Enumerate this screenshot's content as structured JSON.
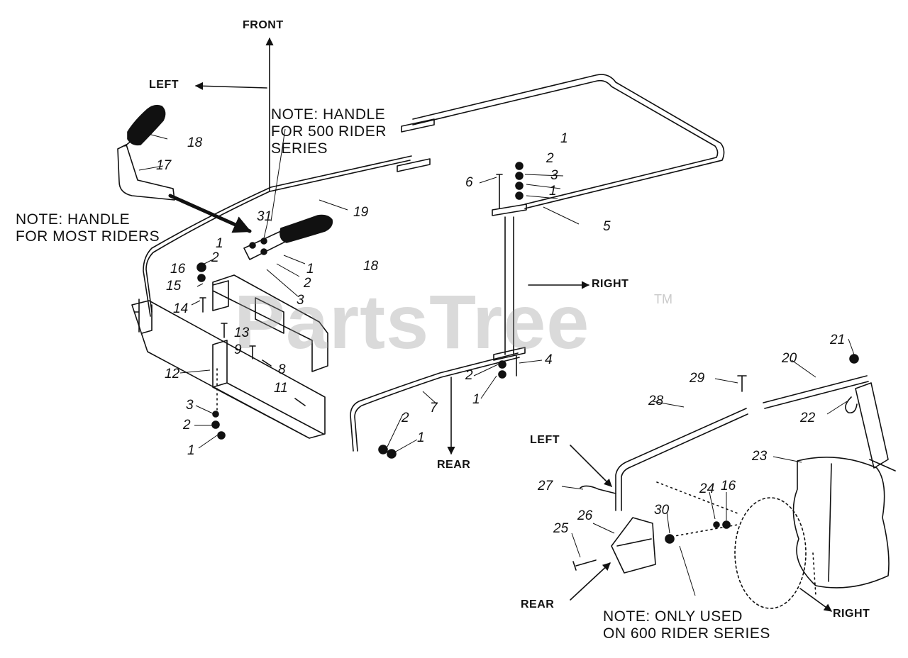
{
  "directions": {
    "front": "FRONT",
    "left_top": "LEFT",
    "right_mid": "RIGHT",
    "rear_mid": "REAR",
    "left_bottom": "LEFT",
    "rear_bottom": "REAR",
    "right_bottom": "RIGHT"
  },
  "notes": {
    "handle_500": "NOTE: HANDLE\nFOR 500 RIDER\nSERIES",
    "handle_most": "NOTE: HANDLE\nFOR MOST RIDERS",
    "only_600": "NOTE: ONLY USED\nON 600 RIDER SERIES"
  },
  "watermark": {
    "text": "PartsTree",
    "tm": "TM"
  },
  "callouts": {
    "c18a": "18",
    "c17": "17",
    "c31": "31",
    "c1a": "1",
    "c2a": "2",
    "c16a": "16",
    "c15": "15",
    "c14": "14",
    "c1b": "1",
    "c2b": "2",
    "c3a": "3",
    "c18b": "18",
    "c19": "19",
    "c13": "13",
    "c9": "9",
    "c8": "8",
    "c12": "12",
    "c11": "11",
    "c3b": "3",
    "c2c": "2",
    "c1c": "1",
    "c7": "7",
    "c2d": "2",
    "c1d": "1",
    "c2e": "2",
    "c1e": "1",
    "c4": "4",
    "c6": "6",
    "c1f": "1",
    "c2f": "2",
    "c3c": "3",
    "c1g": "1",
    "c5": "5",
    "c21": "21",
    "c20": "20",
    "c29": "29",
    "c28": "28",
    "c22": "22",
    "c23": "23",
    "c27": "27",
    "c24": "24",
    "c16b": "16",
    "c26": "26",
    "c30": "30",
    "c25": "25"
  }
}
